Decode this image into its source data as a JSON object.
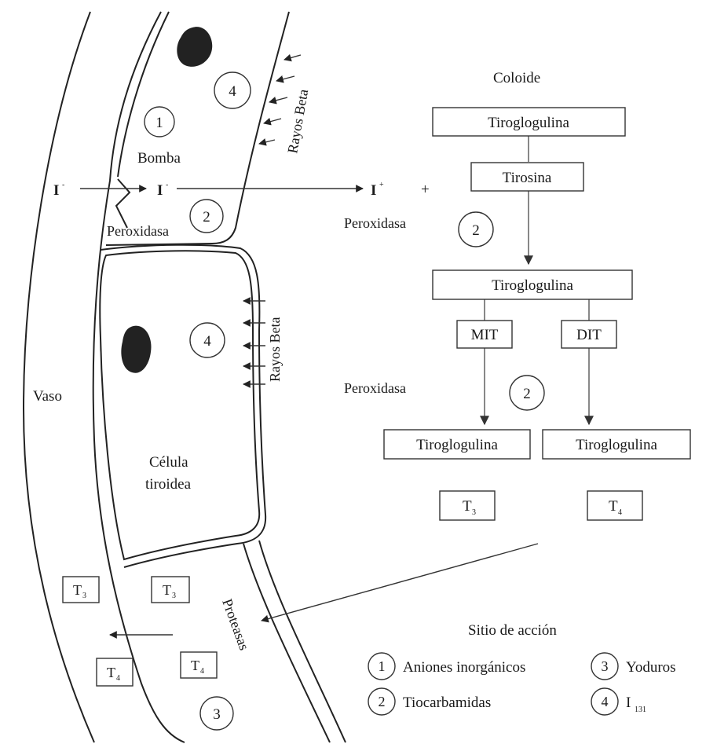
{
  "labels": {
    "coloide": "Coloide",
    "bomba": "Bomba",
    "peroxidasa_cell": "Peroxidasa",
    "peroxidasa_upper": "Peroxidasa",
    "peroxidasa_lower": "Peroxidasa",
    "vaso": "Vaso",
    "celula_line1": "Célula",
    "celula_line2": "tiroidea",
    "rayos_beta_top": "Rayos Beta",
    "rayos_beta_mid": "Rayos Beta",
    "proteasas": "Proteasas",
    "iodide_left": "I",
    "iodide_mid": "I",
    "iodide_minus": "-",
    "iodine_right": "I",
    "iodine_plus": "+",
    "plus_sign": "+"
  },
  "boxes": {
    "tiroglogulina_top": "Tiroglogulina",
    "tirosina": "Tirosina",
    "tiroglogulina_mid": "Tiroglogulina",
    "mit": "MIT",
    "dit": "DIT",
    "tiroglogulina_left": "Tiroglogulina",
    "tiroglogulina_right": "Tiroglogulina",
    "t3_colloid": "T",
    "t3_colloid_sub": "3",
    "t4_colloid": "T",
    "t4_colloid_sub": "4",
    "t3_vessel": "T",
    "t3_vessel_sub": "3",
    "t3_cell": "T",
    "t3_cell_sub": "3",
    "t4_vessel": "T",
    "t4_vessel_sub": "4",
    "t4_cell": "T",
    "t4_cell_sub": "4"
  },
  "site_numbers": {
    "c1": "1",
    "c2_cell": "2",
    "c4_top": "4",
    "c4_mid": "4",
    "c2_colloid_upper": "2",
    "c2_colloid_lower": "2",
    "c3_bottom": "3"
  },
  "legend": {
    "title": "Sitio de acción",
    "items": [
      {
        "number": "1",
        "label": "Aniones inorgánicos"
      },
      {
        "number": "2",
        "label": "Tiocarbamidas"
      },
      {
        "number": "3",
        "label": "Yoduros"
      },
      {
        "number": "4",
        "label": "I",
        "sub": "131"
      }
    ]
  }
}
